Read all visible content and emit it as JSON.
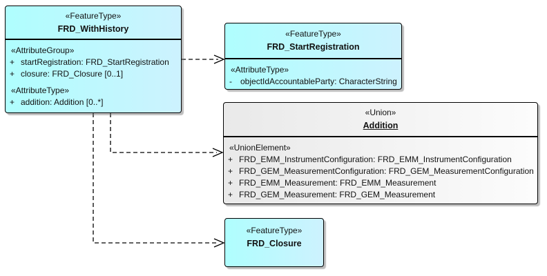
{
  "diagram": {
    "background": "#FFFFFF",
    "colors": {
      "feature_fill_left": "#AFFEFE",
      "feature_fill_right": "#CDF2FE",
      "union_fill_left": "#E9E9E9",
      "union_fill_right": "#FCFCFC",
      "border": "#000000",
      "text": "#111111"
    },
    "classes": {
      "with_history": {
        "stereotype": "«FeatureType»",
        "name": "FRD_WithHistory",
        "rows": [
          {
            "text": "«AttributeGroup»"
          },
          {
            "vis": "+",
            "text": "startRegistration: FRD_StartRegistration"
          },
          {
            "vis": "+",
            "text": "closure: FRD_Closure [0..1]"
          },
          {
            "text": "«AttributeType»"
          },
          {
            "vis": "+",
            "text": "addition: Addition [0..*]"
          }
        ]
      },
      "start_registration": {
        "stereotype": "«FeatureType»",
        "name": "FRD_StartRegistration",
        "rows": [
          {
            "text": "«AttributeType»"
          },
          {
            "vis": "-",
            "text": "objectIdAccountableParty: CharacterString"
          }
        ]
      },
      "addition": {
        "stereotype": "«Union»",
        "name": "Addition",
        "rows": [
          {
            "text": "«UnionElement»"
          },
          {
            "vis": "+",
            "text": "FRD_EMM_InstrumentConfiguration: FRD_EMM_InstrumentConfiguration"
          },
          {
            "vis": "+",
            "text": "FRD_GEM_MeasurementConfiguration: FRD_GEM_MeasurementConfiguration"
          },
          {
            "vis": "+",
            "text": "FRD_EMM_Measurement: FRD_EMM_Measurement"
          },
          {
            "vis": "+",
            "text": "FRD_GEM_Measurement: FRD_GEM_Measurement"
          }
        ]
      },
      "closure": {
        "stereotype": "«FeatureType»",
        "name": "FRD_Closure"
      }
    },
    "connectors": [
      {
        "type": "dependency",
        "from": "FRD_WithHistory",
        "to": "FRD_StartRegistration",
        "style": "dashed-open-arrow"
      },
      {
        "type": "dependency",
        "from": "FRD_WithHistory",
        "to": "Addition",
        "style": "dashed-open-arrow"
      },
      {
        "type": "dependency",
        "from": "FRD_WithHistory",
        "to": "FRD_Closure",
        "style": "dashed-open-arrow"
      }
    ]
  }
}
